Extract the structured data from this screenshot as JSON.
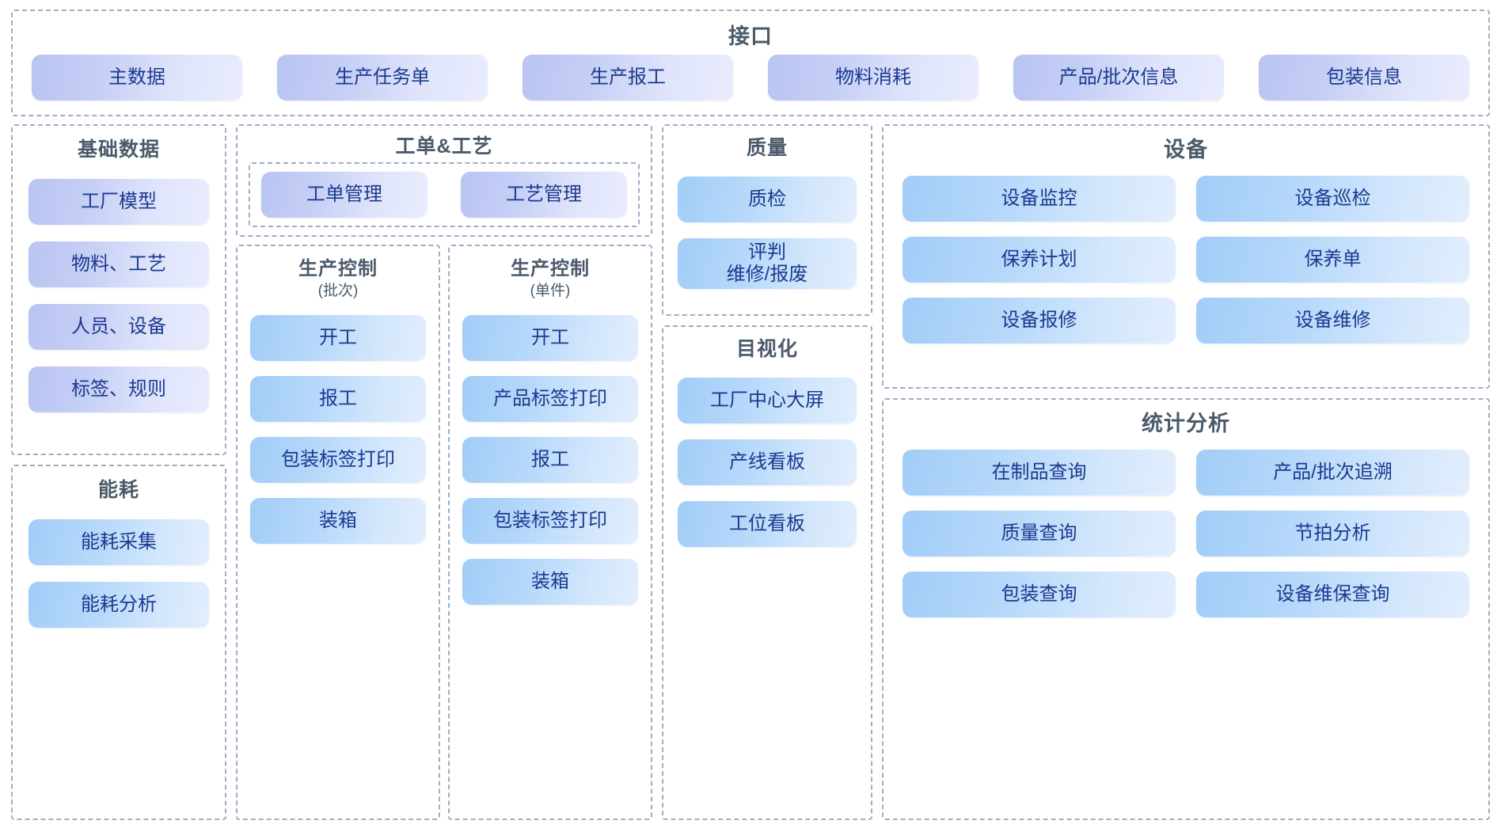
{
  "interface": {
    "title": "接口",
    "items": [
      "主数据",
      "生产任务单",
      "生产报工",
      "物料消耗",
      "产品/批次信息",
      "包装信息"
    ]
  },
  "basic_data": {
    "title": "基础数据",
    "items": [
      "工厂模型",
      "物料、工艺",
      "人员、设备",
      "标签、规则"
    ]
  },
  "energy": {
    "title": "能耗",
    "items": [
      "能耗采集",
      "能耗分析"
    ]
  },
  "work_order_craft": {
    "title": "工单&工艺",
    "items": [
      "工单管理",
      "工艺管理"
    ]
  },
  "production_batch": {
    "title": "生产控制",
    "subtitle": "(批次)",
    "items": [
      "开工",
      "报工",
      "包装标签打印",
      "装箱"
    ]
  },
  "production_single": {
    "title": "生产控制",
    "subtitle": "(单件)",
    "items": [
      "开工",
      "产品标签打印",
      "报工",
      "包装标签打印",
      "装箱"
    ]
  },
  "quality": {
    "title": "质量",
    "items": [
      "质检",
      "评判\n维修/报废"
    ]
  },
  "visualization": {
    "title": "目视化",
    "items": [
      "工厂中心大屏",
      "产线看板",
      "工位看板"
    ]
  },
  "equipment": {
    "title": "设备",
    "items": [
      "设备监控",
      "设备巡检",
      "保养计划",
      "保养单",
      "设备报修",
      "设备维修"
    ]
  },
  "statistics": {
    "title": "统计分析",
    "items": [
      "在制品查询",
      "产品/批次追溯",
      "质量查询",
      "节拍分析",
      "包装查询",
      "设备维保查询"
    ]
  },
  "colors": {
    "border": "#9fadc4",
    "chip_text": "#1b3a8f",
    "title_text": "#4b5a6b",
    "violet_chip": "#c5cef5",
    "blue_chip": "#b4d7fa"
  }
}
